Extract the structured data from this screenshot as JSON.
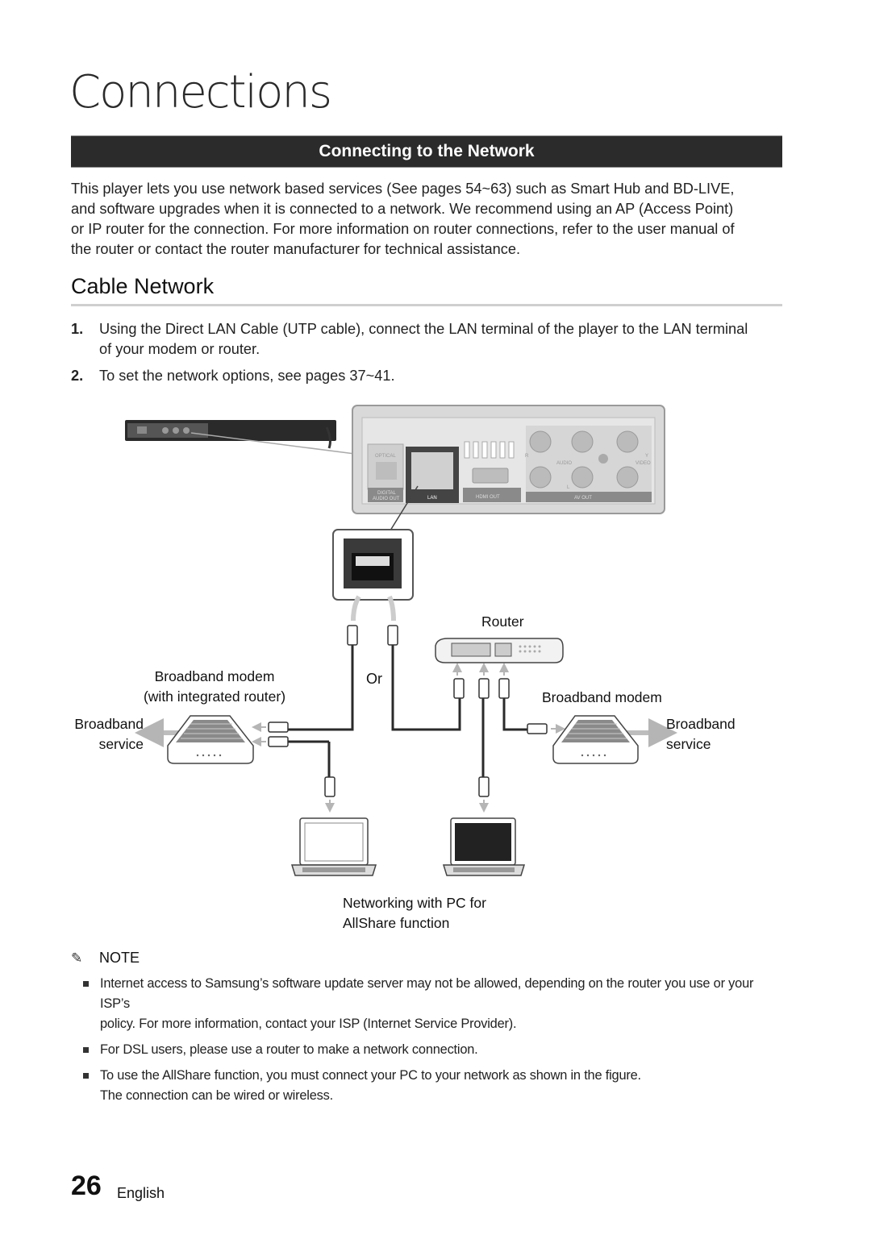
{
  "chapter_title": "Connections",
  "section_title": "Connecting to the Network",
  "intro": [
    "This player lets you use network based services (See pages 54~63) such as Smart Hub and BD-LIVE,",
    "and software upgrades when it is connected to a network. We recommend using an AP (Access Point)",
    "or IP router for the connection. For more information on router connections, refer to the user manual of",
    "the router or contact the router manufacturer for technical assistance."
  ],
  "subsection_title": "Cable Network",
  "steps": [
    {
      "num": "1.",
      "lines": [
        "Using the Direct LAN Cable (UTP cable), connect the LAN terminal of the player to the LAN terminal",
        "of your modem or router."
      ]
    },
    {
      "num": "2.",
      "lines": [
        "To set the network options, see pages 37~41."
      ]
    }
  ],
  "diagram": {
    "rear_panel_labels": {
      "optical": "OPTICAL",
      "digital_audio_out": "DIGITAL",
      "digital_audio_out_2": "AUDIO OUT",
      "lan": "LAN",
      "hdmi_out": "HDMI OUT",
      "av_out": "AV OUT",
      "audio": "AUDIO",
      "video": "VIDEO",
      "r": "R",
      "l": "L",
      "y": "Y"
    },
    "router": "Router",
    "broadband_modem_integrated_1": "Broadband modem",
    "broadband_modem_integrated_2": "(with integrated router)",
    "broadband_modem": "Broadband modem",
    "broadband_service_left_1": "Broadband",
    "broadband_service_left_2": "service",
    "broadband_service_right_1": "Broadband",
    "broadband_service_right_2": "service",
    "or": "Or",
    "pc_caption_1": "Networking with PC for",
    "pc_caption_2": "AllShare function"
  },
  "note": {
    "heading": "NOTE",
    "items": [
      [
        "Internet access to Samsung’s software update server may not be allowed, depending on the router you use or your ISP’s",
        "policy. For more information, contact your ISP (Internet Service Provider)."
      ],
      [
        "For DSL users, please use a router to make a network connection."
      ],
      [
        "To use the AllShare function, you must connect your PC to your network as shown in the figure.",
        "The connection can be wired or wireless."
      ]
    ]
  },
  "footer": {
    "page_number": "26",
    "language": "English"
  }
}
